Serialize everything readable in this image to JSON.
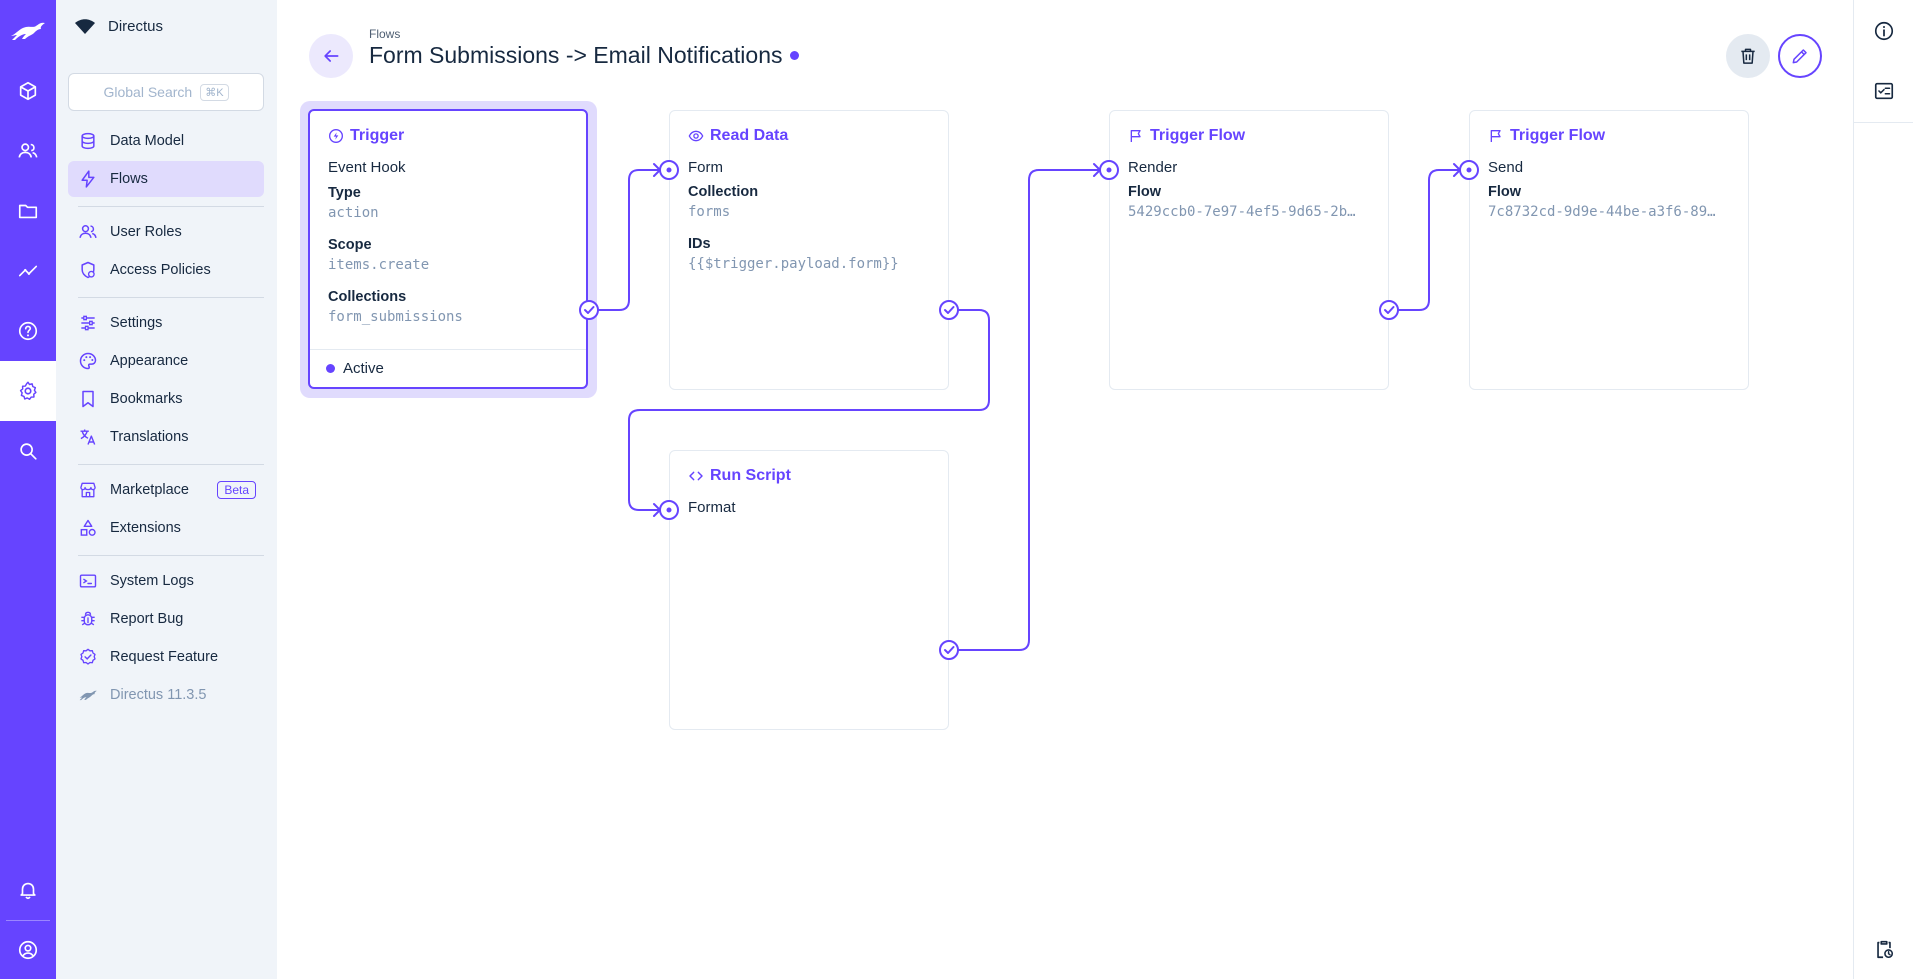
{
  "app": {
    "project_name": "Directus",
    "version": "Directus 11.3.5"
  },
  "search": {
    "label": "Global Search",
    "shortcut": "⌘K"
  },
  "rail": {
    "items": [
      "content-icon",
      "users-icon",
      "files-icon",
      "insights-icon",
      "help-icon",
      "settings-icon",
      "search-icon"
    ],
    "bottom": [
      "notifications-icon",
      "account-icon"
    ]
  },
  "nav": {
    "data_model": "Data Model",
    "flows": "Flows",
    "user_roles": "User Roles",
    "access_policies": "Access Policies",
    "settings": "Settings",
    "appearance": "Appearance",
    "bookmarks": "Bookmarks",
    "translations": "Translations",
    "marketplace": "Marketplace",
    "marketplace_badge": "Beta",
    "extensions": "Extensions",
    "system_logs": "System Logs",
    "report_bug": "Report Bug",
    "request_feature": "Request Feature"
  },
  "header": {
    "breadcrumb": "Flows",
    "title": "Form Submissions -> Email Notifications"
  },
  "panels": {
    "trigger": {
      "type_label": "Trigger",
      "name": "Event Hook",
      "fields": [
        {
          "label": "Type",
          "value": "action"
        },
        {
          "label": "Scope",
          "value": "items.create"
        },
        {
          "label": "Collections",
          "value": "form_submissions"
        }
      ],
      "status": "Active"
    },
    "read_data": {
      "type_label": "Read Data",
      "name": "Form",
      "fields": [
        {
          "label": "Collection",
          "value": "forms"
        },
        {
          "label": "IDs",
          "value": "{{$trigger.payload.form}}"
        }
      ]
    },
    "run_script": {
      "type_label": "Run Script",
      "name": "Format"
    },
    "trigger_flow_render": {
      "type_label": "Trigger Flow",
      "name": "Render",
      "fields": [
        {
          "label": "Flow",
          "value": "5429ccb0-7e97-4ef5-9d65-2b…"
        }
      ]
    },
    "trigger_flow_send": {
      "type_label": "Trigger Flow",
      "name": "Send",
      "fields": [
        {
          "label": "Flow",
          "value": "7c8732cd-9d9e-44be-a3f6-89…"
        }
      ]
    }
  },
  "colors": {
    "accent": "#6644ff",
    "nav_bg": "#f0f4f9",
    "active_nav": "#e0dbfd",
    "text": "#172940",
    "muted": "#8196b1"
  }
}
